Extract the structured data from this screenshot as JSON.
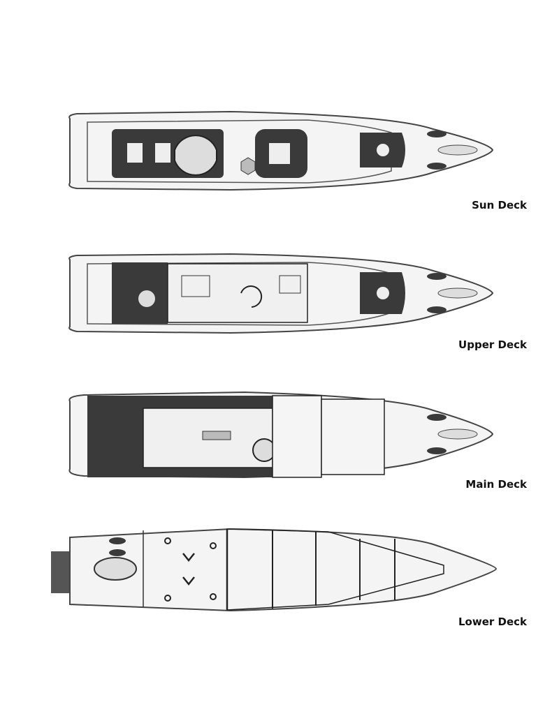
{
  "decks": [
    {
      "id": "sun",
      "label": "Sun Deck"
    },
    {
      "id": "upper",
      "label": "Upper Deck"
    },
    {
      "id": "main",
      "label": "Main Deck"
    },
    {
      "id": "lower",
      "label": "Lower Deck"
    }
  ],
  "colors": {
    "line": "#444444",
    "dark": "#3a3a3a",
    "fill": "#f2f2f2",
    "shade": "#d8d8d8"
  }
}
